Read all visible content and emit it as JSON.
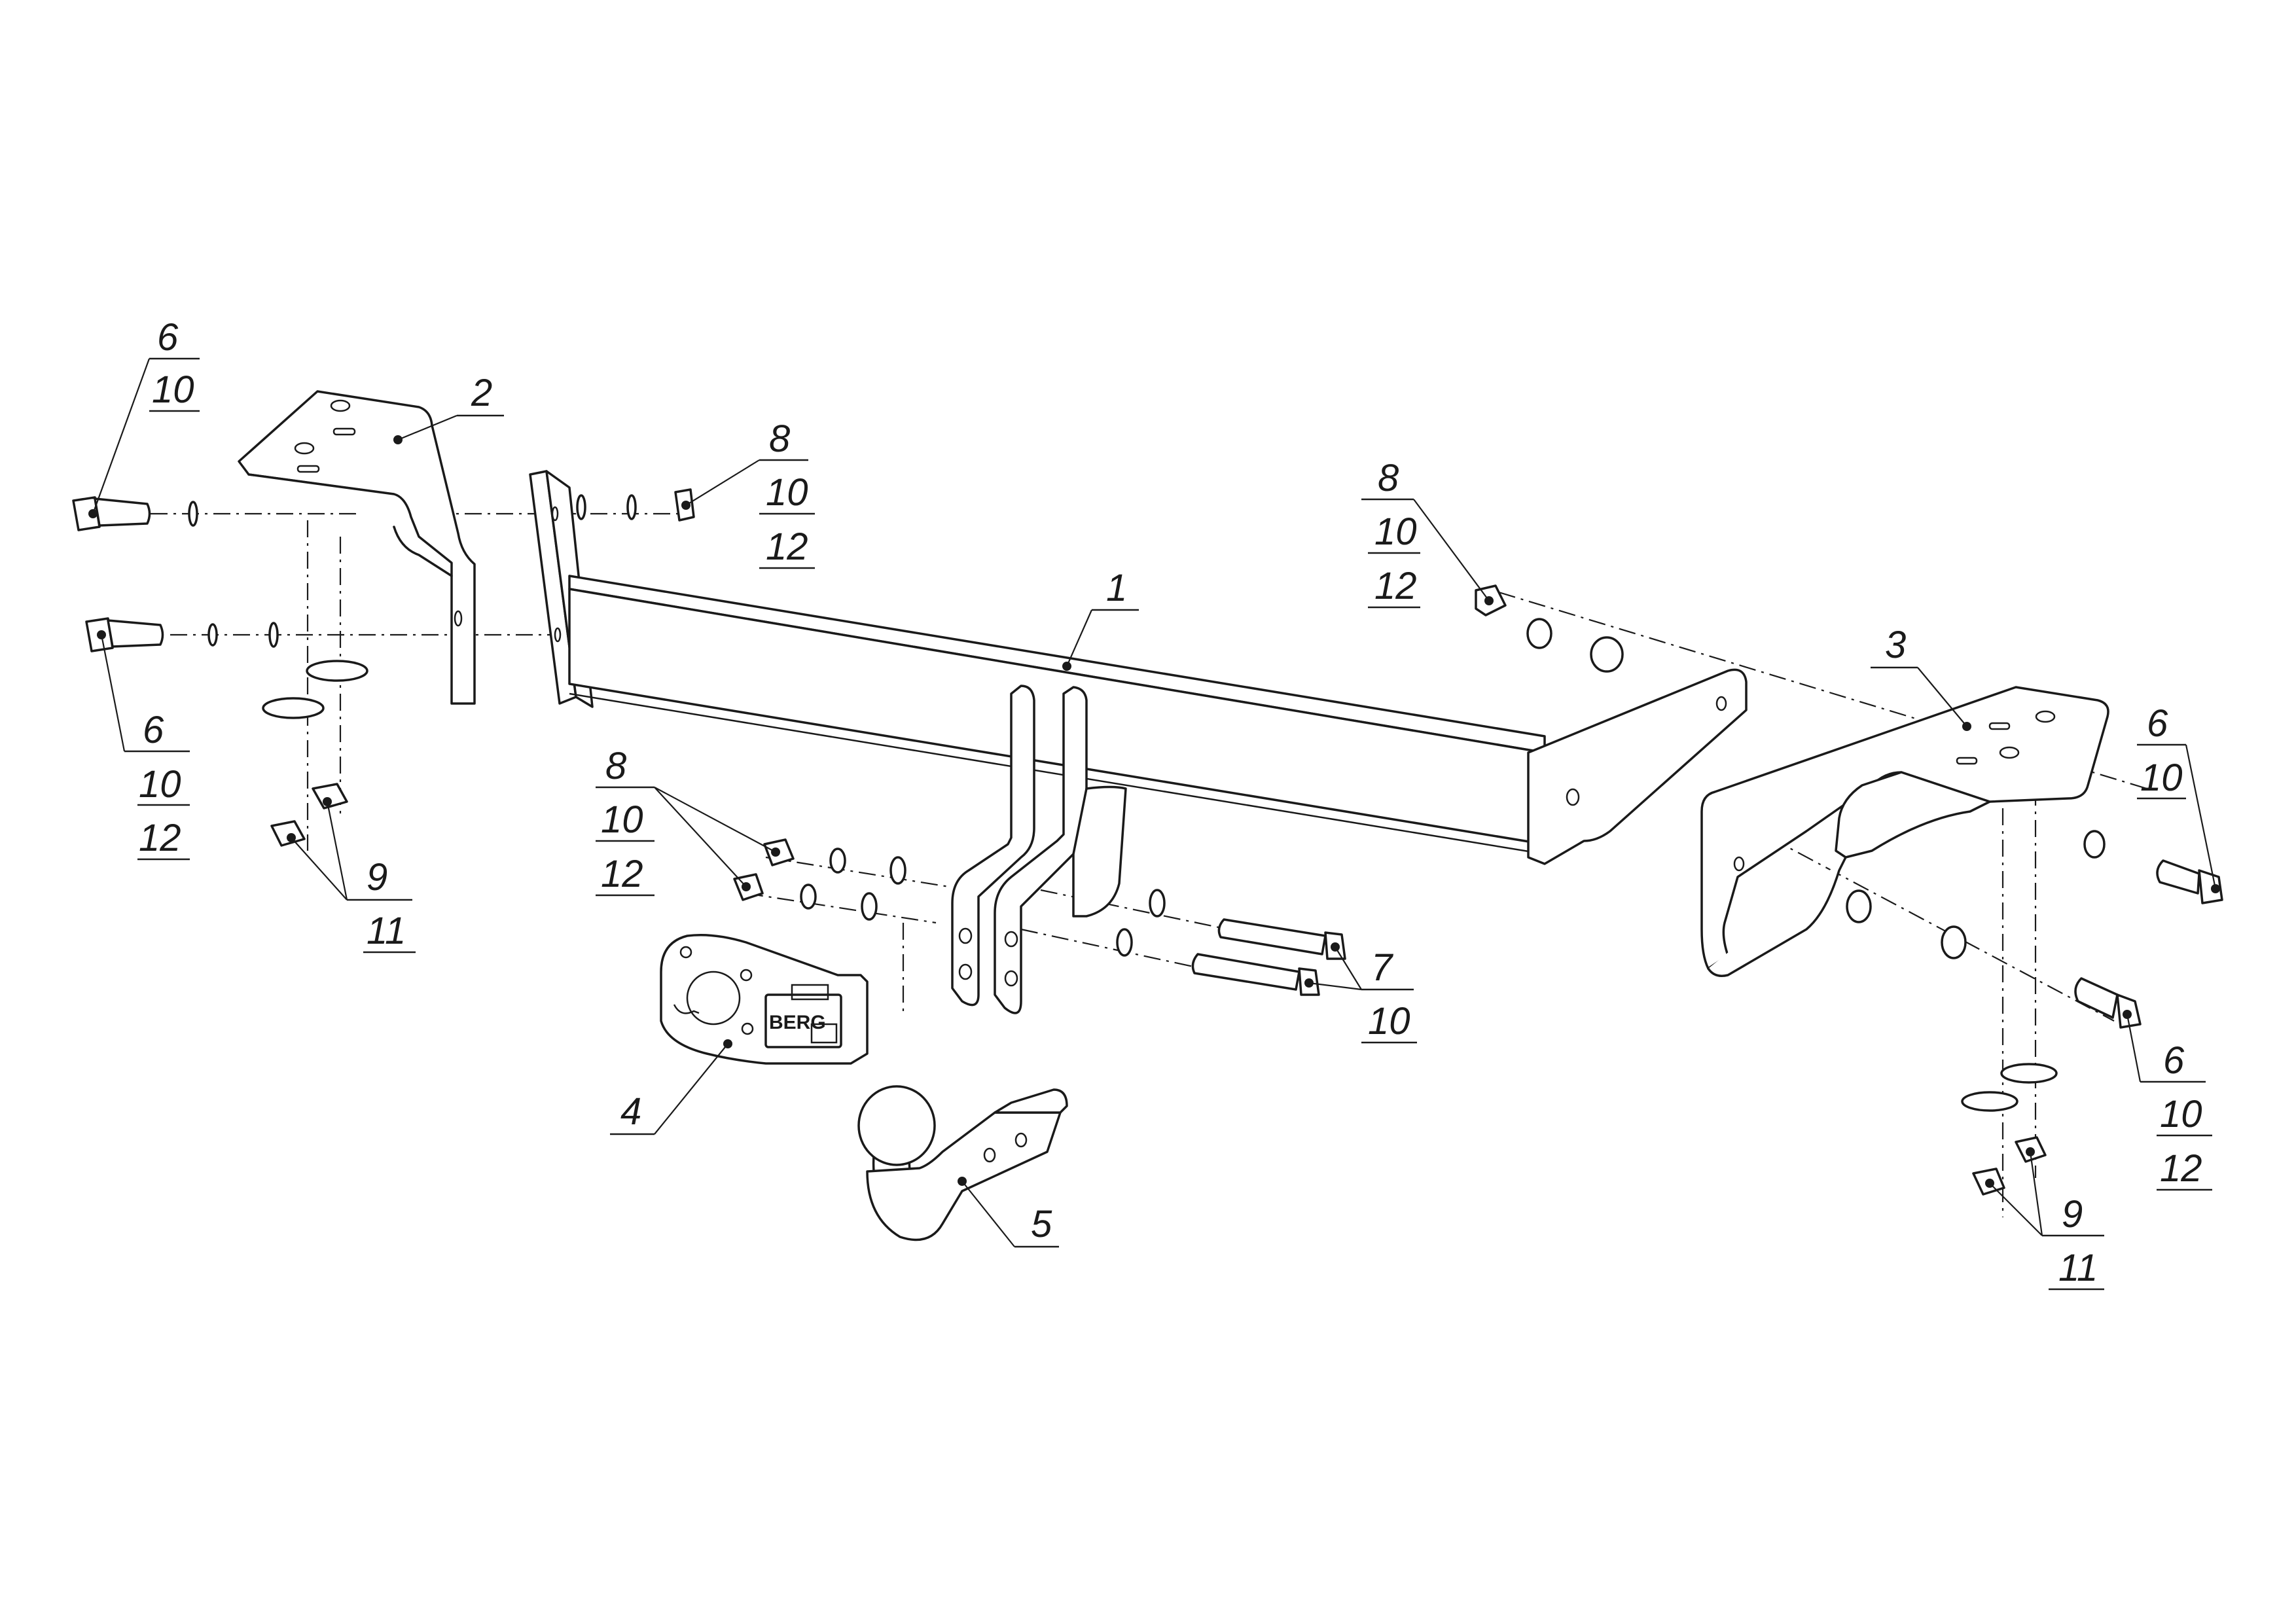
{
  "callouts": {
    "bolt_top_left": {
      "lines": [
        "6",
        "10"
      ]
    },
    "bracket_left": {
      "lines": [
        "2"
      ]
    },
    "nut_upper_left": {
      "lines": [
        "8",
        "10",
        "12"
      ]
    },
    "bolt_mid_left": {
      "lines": [
        "6",
        "10",
        "12"
      ]
    },
    "nuts_bottom_left": {
      "lines": [
        "9",
        "11"
      ]
    },
    "crossbar": {
      "lines": [
        "1"
      ]
    },
    "nut_upper_right": {
      "lines": [
        "8",
        "10",
        "12"
      ]
    },
    "bracket_right": {
      "lines": [
        "3"
      ]
    },
    "bolt_top_right": {
      "lines": [
        "6",
        "10"
      ]
    },
    "nuts_center": {
      "lines": [
        "8",
        "10",
        "12"
      ]
    },
    "bolts_center": {
      "lines": [
        "7",
        "10"
      ]
    },
    "socket_plate": {
      "lines": [
        "4"
      ]
    },
    "tow_ball": {
      "lines": [
        "5"
      ]
    },
    "bolt_lower_right": {
      "lines": [
        "6",
        "10",
        "12"
      ]
    },
    "nuts_bottom_right": {
      "lines": [
        "9",
        "11"
      ]
    }
  },
  "socket_plate_brand": "BERG"
}
